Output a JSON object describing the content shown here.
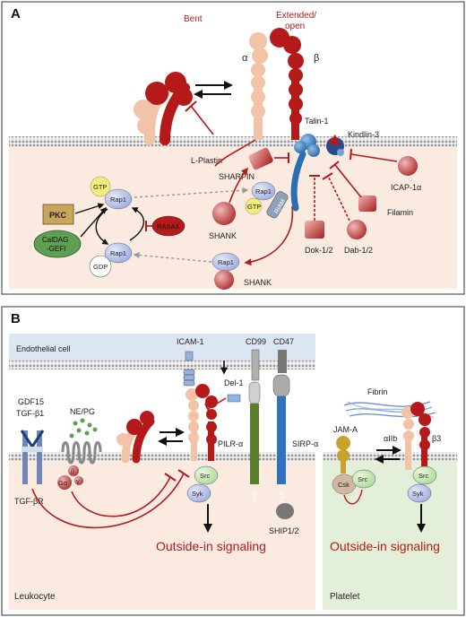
{
  "panel_a": {
    "letter": "A",
    "bent": "Bent",
    "extended_1": "Extended/",
    "extended_2": "open",
    "alpha": "α",
    "beta": "β",
    "talin": "Talin-1",
    "kindlin": "Kindlin-3",
    "lplastin": "L-Plastin",
    "sharpin": "SHARPIN",
    "icap": "ICAP-1α",
    "filamin": "Filamin",
    "dok": "Dok-1/2",
    "dab": "Dab-1/2",
    "shank": "SHANK",
    "shank2": "SHANK",
    "riam": "RIAM",
    "rap1": "Rap1",
    "gtp": "GTP",
    "gdp": "GDP",
    "pkc": "PKC",
    "caldag_1": "CalDAG",
    "caldag_2": "-GEFI",
    "rasa3": "RASA3"
  },
  "panel_b": {
    "letter": "B",
    "endothelial": "Endothelial cell",
    "icam": "ICAM-1",
    "del1": "Del-1",
    "cd99": "CD99",
    "cd47": "CD47",
    "pilr": "PILR-α",
    "sirp": "SIRP-α",
    "itim": "ITIM",
    "ship": "SHIP1/2",
    "gdf": "GDF15",
    "tgfb1": "TGF-β1",
    "tgfbr": "TGF-βR",
    "nepg": "NE/PG",
    "galpha": "Gα",
    "gbeta": "β",
    "ggamma": "γ",
    "src": "Src",
    "syk": "Syk",
    "outside_left": "Outside-in signaling",
    "leukocyte": "Leukocyte",
    "fibrin": "Fibrin",
    "jama": "JAM-A",
    "aiib": "αIIb",
    "b3": "β3",
    "csk": "Csk",
    "outside_right": "Outside-in signaling",
    "platelet": "Platelet"
  },
  "colors": {
    "integrin_red": "#b51a1a",
    "alpha_peach": "#f3c3a7",
    "cell_bg": "#fbeae0",
    "endo_bg": "#dce6f2",
    "platelet_bg": "#e4efd9",
    "talin_blue": "#2a6fb4",
    "rap1_blue": "#a9b8e3",
    "src_green": "#bfe3a9",
    "gtp_yellow": "#f2ee7a",
    "pkc_tan": "#c9a55c",
    "caldag_green": "#5e9f54"
  }
}
